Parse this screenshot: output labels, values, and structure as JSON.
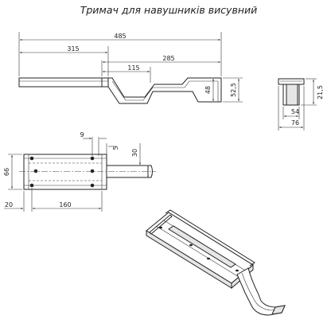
{
  "title": "Тримач для навушників висувний",
  "side_view": {
    "dim_total_length": "485",
    "dim_stem_length": "315",
    "dim_channel_length": "285",
    "dim_offset": "115",
    "dim_drop": "48",
    "dim_height": "52,5"
  },
  "end_view": {
    "dim_height": "21,5",
    "dim_inner_width": "54",
    "dim_outer_width": "76"
  },
  "top_view": {
    "dim_slot_width": "9",
    "dim_slot_offset": "5",
    "dim_stem_width": "30",
    "dim_body_width": "66",
    "dim_edge_offset": "20",
    "dim_hole_spacing": "160"
  }
}
